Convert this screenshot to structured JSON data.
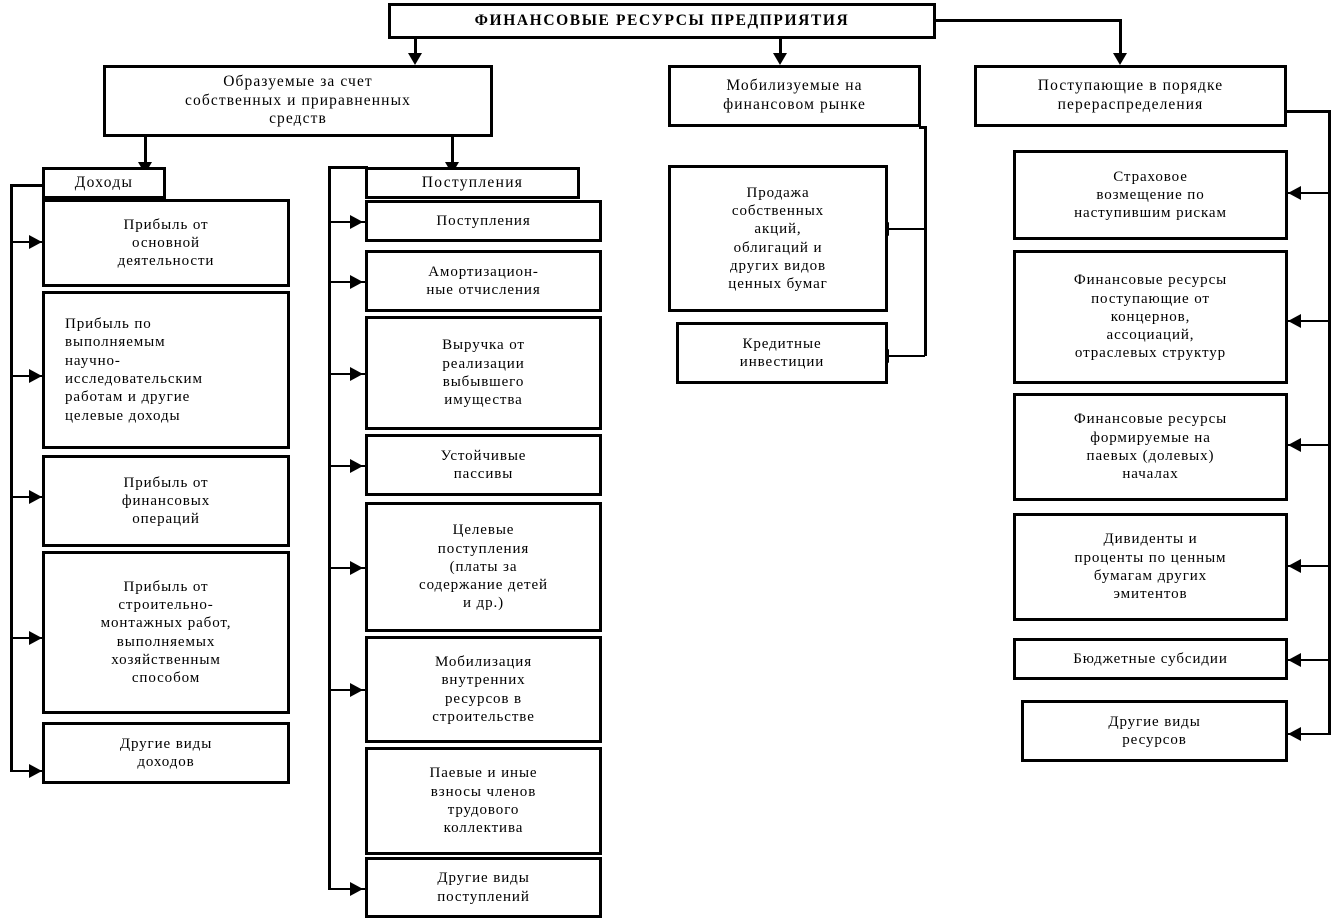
{
  "diagram": {
    "title": "ФИНАНСОВЫЕ РЕСУРСЫ ПРЕДПРИЯТИЯ",
    "language": "ru",
    "colors": {
      "line": "#000000",
      "background": "#ffffff",
      "text": "#000000"
    },
    "categories": [
      {
        "id": "own",
        "label": "Образуемые за счет\nсобственных и приравненных\nсредств"
      },
      {
        "id": "market",
        "label": "Мобилизуемые на\nфинансовом рынке"
      },
      {
        "id": "redistributed",
        "label": "Поступающие в порядке\nперераспределения"
      }
    ],
    "groups": [
      {
        "id": "incomes",
        "header": "Доходы",
        "items": [
          "Прибыль от\nосновной\nдеятельности",
          "Прибыль по\nвыполняемым\nнаучно-\nисследовательским\nработам и другие\nцелевые доходы",
          "Прибыль от\nфинансовых\nопераций",
          "Прибыль от\nстроительно-\nмонтажных работ,\nвыполняемых\nхозяйственным\nспособом",
          "Другие виды\nдоходов"
        ]
      },
      {
        "id": "receipts",
        "header": "Поступления",
        "items": [
          "Поступления",
          "Амортизацион-\nные отчисления",
          "Выручка от\nреализации\nвыбывшего\nимущества",
          "Устойчивые\nпассивы",
          "Целевые\nпоступления\n(платы за\nсодержание детей\nи др.)",
          "Мобилизация\nвнутренних\nресурсов в\nстроительстве",
          "Паевые и иные\nвзносы членов\nтрудового\nколлектива",
          "Другие виды\nпоступлений"
        ]
      },
      {
        "id": "market-items",
        "header": null,
        "items": [
          "Продажа\nсобственных\nакций,\nоблигаций и\nдругих видов\nценных бумаг",
          "Кредитные\nинвестиции"
        ]
      },
      {
        "id": "redistributed-items",
        "header": null,
        "items": [
          "Страховое\nвозмещение по\nнаступившим рискам",
          "Финансовые ресурсы\nпоступающие от\nконцернов,\nассоциаций,\nотраслевых структур",
          "Финансовые ресурсы\nформируемые на\nпаевых (долевых)\nначалах",
          "Дивиденты и\nпроценты по ценным\nбумагам других\nэмитентов",
          "Бюджетные субсидии",
          "Другие виды\nресурсов"
        ]
      }
    ]
  }
}
